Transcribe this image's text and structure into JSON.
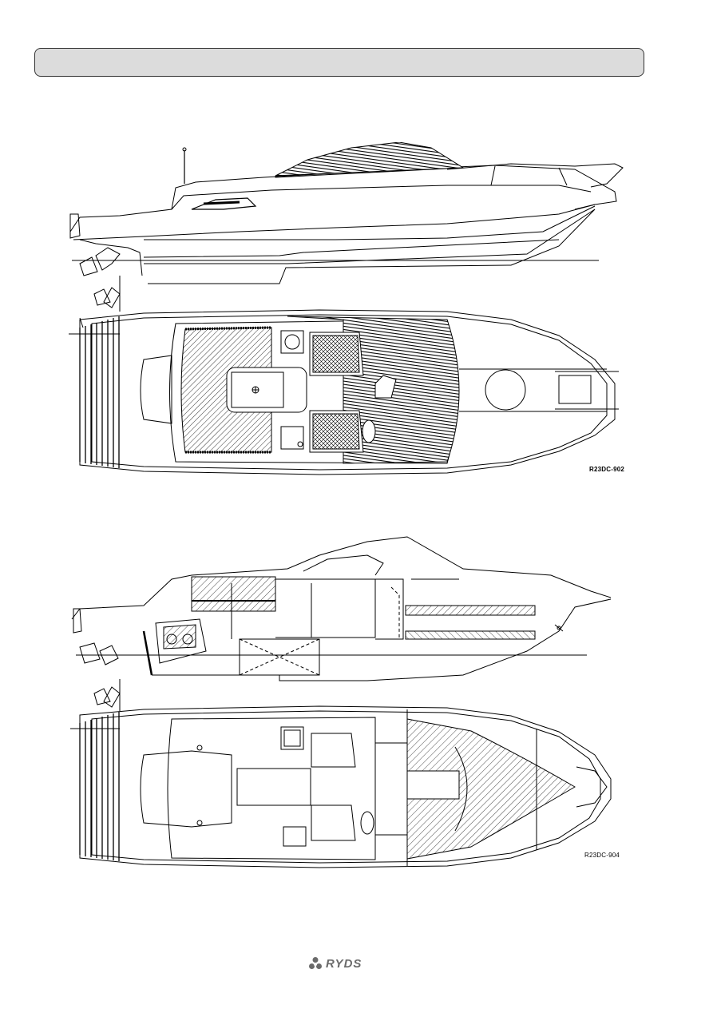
{
  "header": {
    "title": ""
  },
  "figures": [
    {
      "code": "R23DC-902"
    },
    {
      "code": "R23DC-904"
    }
  ],
  "footer": {
    "brand": "RYDS",
    "logo_icon": "propeller-icon"
  },
  "colors": {
    "header_fill": "#dcdcdc",
    "line": "#000000",
    "logo": "#6b6b6b"
  }
}
